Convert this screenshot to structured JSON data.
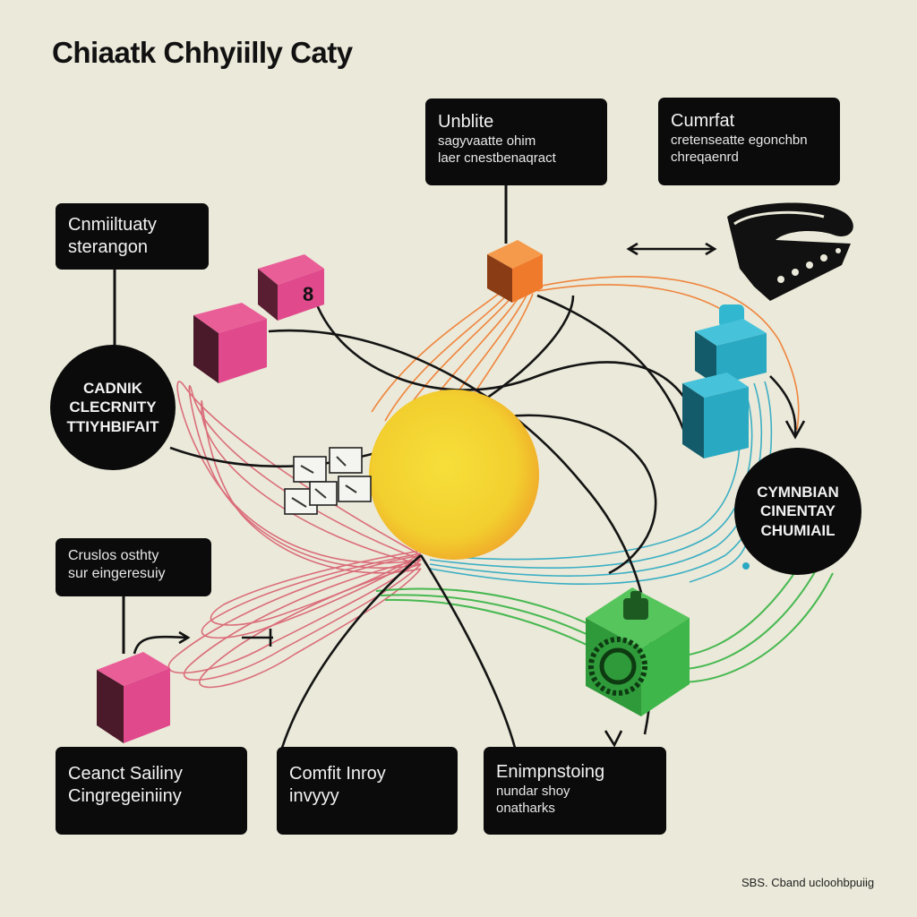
{
  "title": "Chiaatk Chhyiilly Caty",
  "footer": "SBS. Cband ucloohbpuiig",
  "boxes": {
    "top_center": {
      "head": "Unblite",
      "lines": [
        "sagyvaatte ohim",
        "laer cnestbenaqract"
      ]
    },
    "top_right": {
      "head": "Cumrfat",
      "lines": [
        "cretenseatte egonchbn",
        "chreqaenrd"
      ]
    },
    "left_top": {
      "head": "Cnmiiltuaty",
      "lines": [
        "sterangon"
      ]
    },
    "left_mid": {
      "head": "Cruslos osthty",
      "lines": [
        "sur eingeresuiy"
      ]
    },
    "bottom_left": {
      "head": "Ceanct Sailiny",
      "lines": [
        "Cingregeiniiny"
      ]
    },
    "bottom_mid": {
      "head": "Comfit Inroy",
      "lines": [
        "invyyy"
      ]
    },
    "bottom_right": {
      "head": "Enimpnstoing",
      "lines": [
        "nundar shoy",
        "onatharks"
      ]
    }
  },
  "circles": {
    "left": [
      "CADNIK",
      "CLECRNITY",
      "TTIYHBIFAIT"
    ],
    "right": [
      "CYMNBIAN",
      "CINENTAY",
      "CHUMIAIL"
    ]
  },
  "cube_label": "8",
  "colors": {
    "background": "#ebe9d9",
    "box": "#0b0b0b",
    "pink": "#e04a8c",
    "orange": "#f07a2c",
    "teal": "#2aa9c2",
    "green": "#3fb64a",
    "yellow": "#f4d533",
    "red_lines": "#d8586a"
  }
}
